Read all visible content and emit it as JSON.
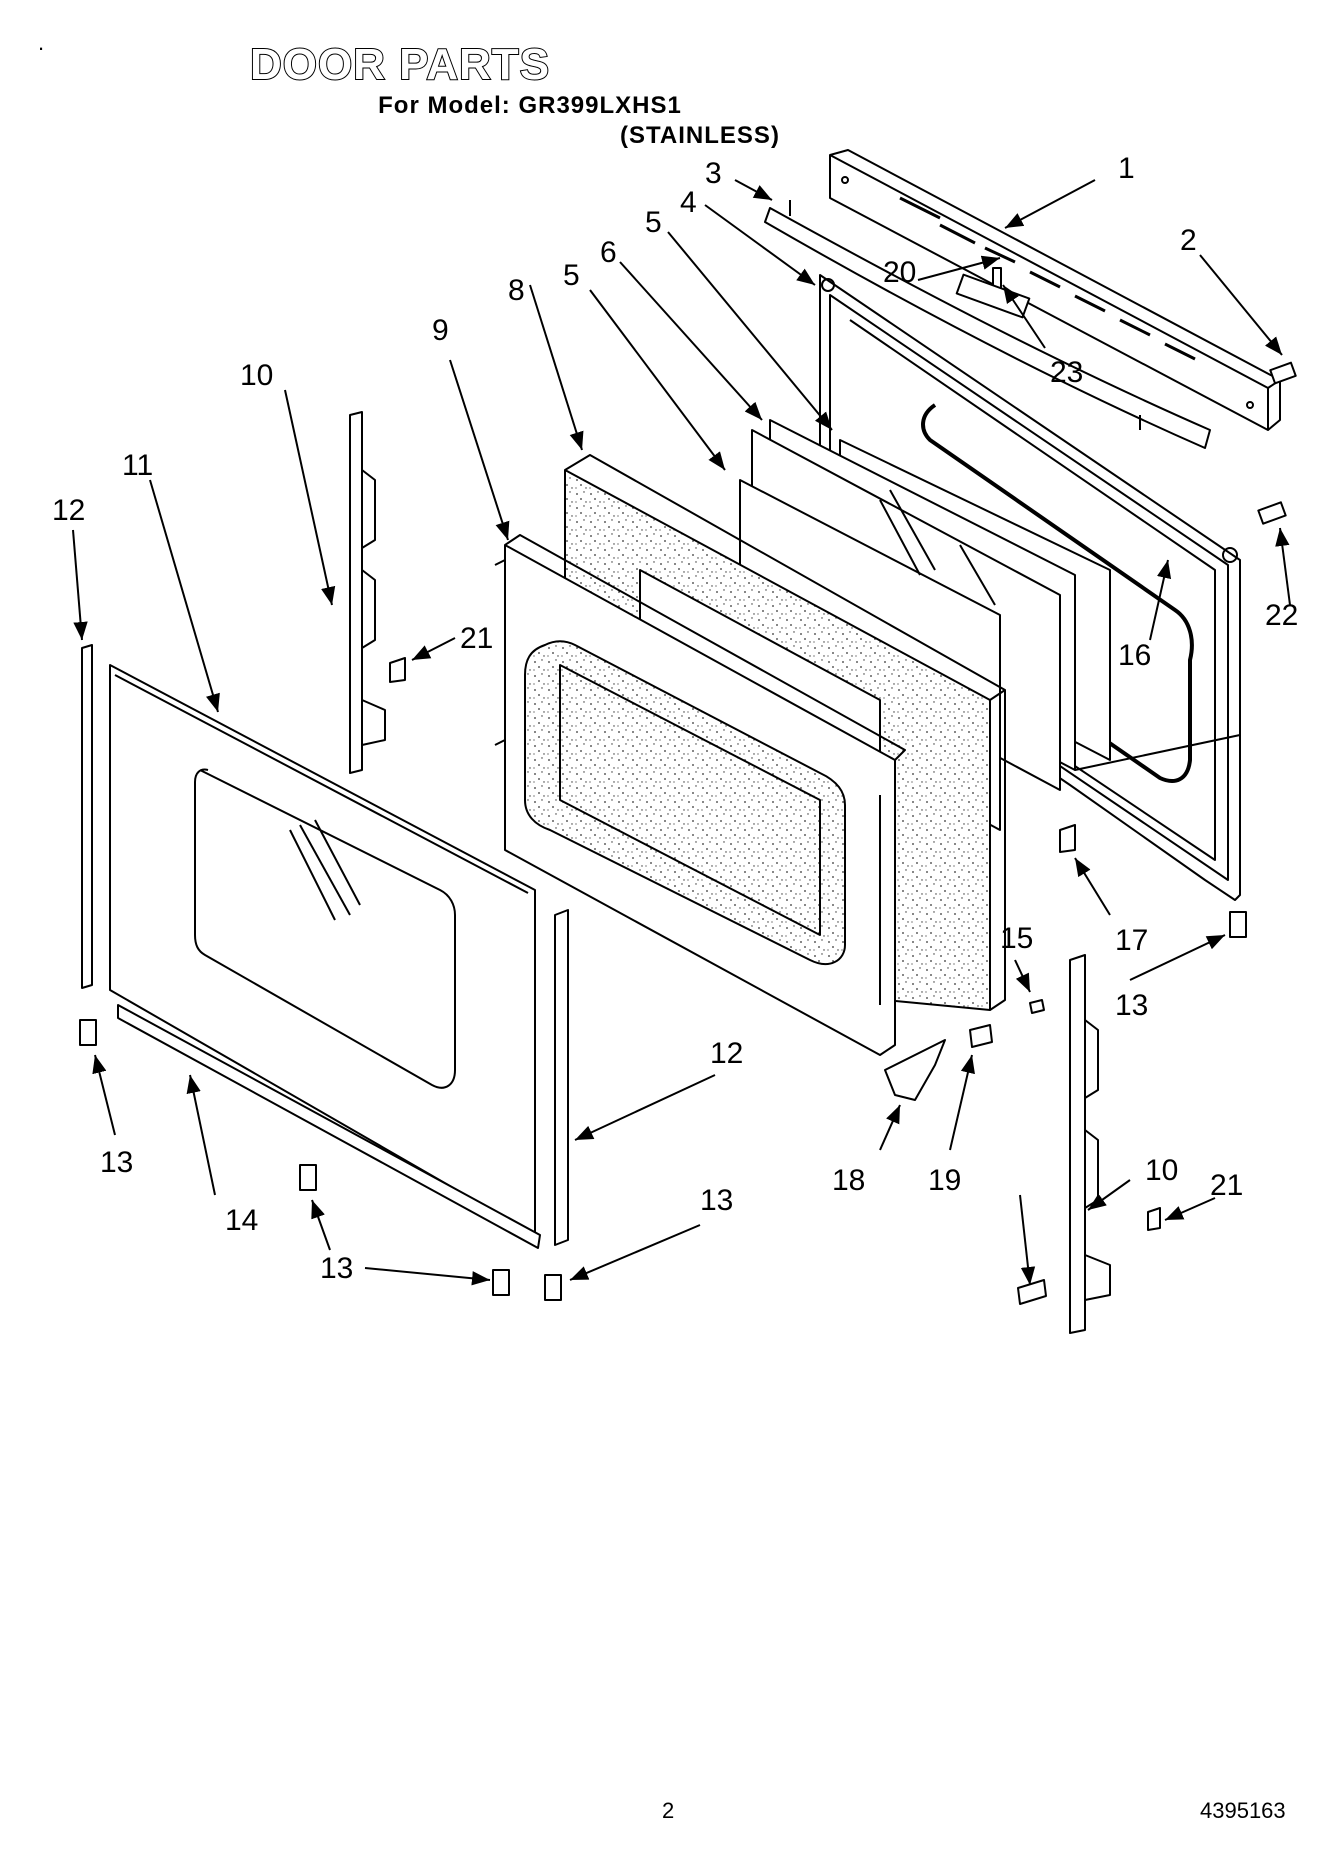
{
  "header": {
    "title": "DOOR PARTS",
    "model_line": "For Model: GR399LXHS1",
    "finish_line": "(STAINLESS)"
  },
  "callouts": {
    "c1": "1",
    "c2": "2",
    "c3": "3",
    "c4": "4",
    "c5a": "5",
    "c5b": "5",
    "c6": "6",
    "c8": "8",
    "c9": "9",
    "c10a": "10",
    "c10b": "10",
    "c11": "11",
    "c12a": "12",
    "c12b": "12",
    "c13a": "13",
    "c13b": "13",
    "c13c": "13",
    "c13d": "13",
    "c14": "14",
    "c15": "15",
    "c16": "16",
    "c17": "17",
    "c18": "18",
    "c19": "19",
    "c20": "20",
    "c21a": "21",
    "c21b": "21",
    "c22": "22",
    "c23": "23"
  },
  "footer": {
    "page_number": "2",
    "document_number": "4395163"
  },
  "marks": {
    "corner_dot": "."
  }
}
